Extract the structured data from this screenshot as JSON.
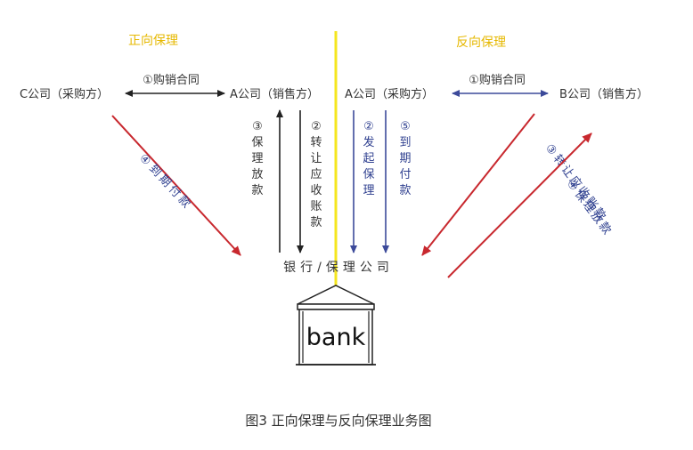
{
  "headers": {
    "forward": "正向保理",
    "reverse": "反向保理"
  },
  "nodes": {
    "c_company": "C公司（采购方）",
    "a_seller": "A公司（销售方）",
    "a_buyer": "A公司（采购方）",
    "b_company": "B公司（销售方）",
    "center": "银行/保理公司"
  },
  "flows": {
    "fwd_contract": "①购销合同",
    "rev_contract": "①购销合同",
    "fwd_payment_due": [
      "④",
      "到",
      "期",
      "付",
      "款"
    ],
    "fwd_financing": [
      "③",
      "保",
      "理",
      "放",
      "款"
    ],
    "fwd_transfer": [
      "②",
      "转",
      "让",
      "应",
      "收",
      "账",
      "款"
    ],
    "rev_initiate": [
      "②",
      "发",
      "起",
      "保",
      "理"
    ],
    "rev_payment_due": [
      "⑤",
      "到",
      "期",
      "付",
      "款"
    ],
    "rev_transfer": [
      "③",
      "转",
      "让",
      "应",
      "收",
      "账",
      "款"
    ],
    "rev_financing": [
      "④",
      "保",
      "理",
      "放",
      "款"
    ]
  },
  "bank_label": "bank",
  "caption": "图3  正向保理与反向保理业务图",
  "colors": {
    "yellow": "#F4E61E",
    "red": "#C8282E",
    "blue": "#3C4A9A",
    "black": "#222222",
    "header": "#E6B800"
  }
}
